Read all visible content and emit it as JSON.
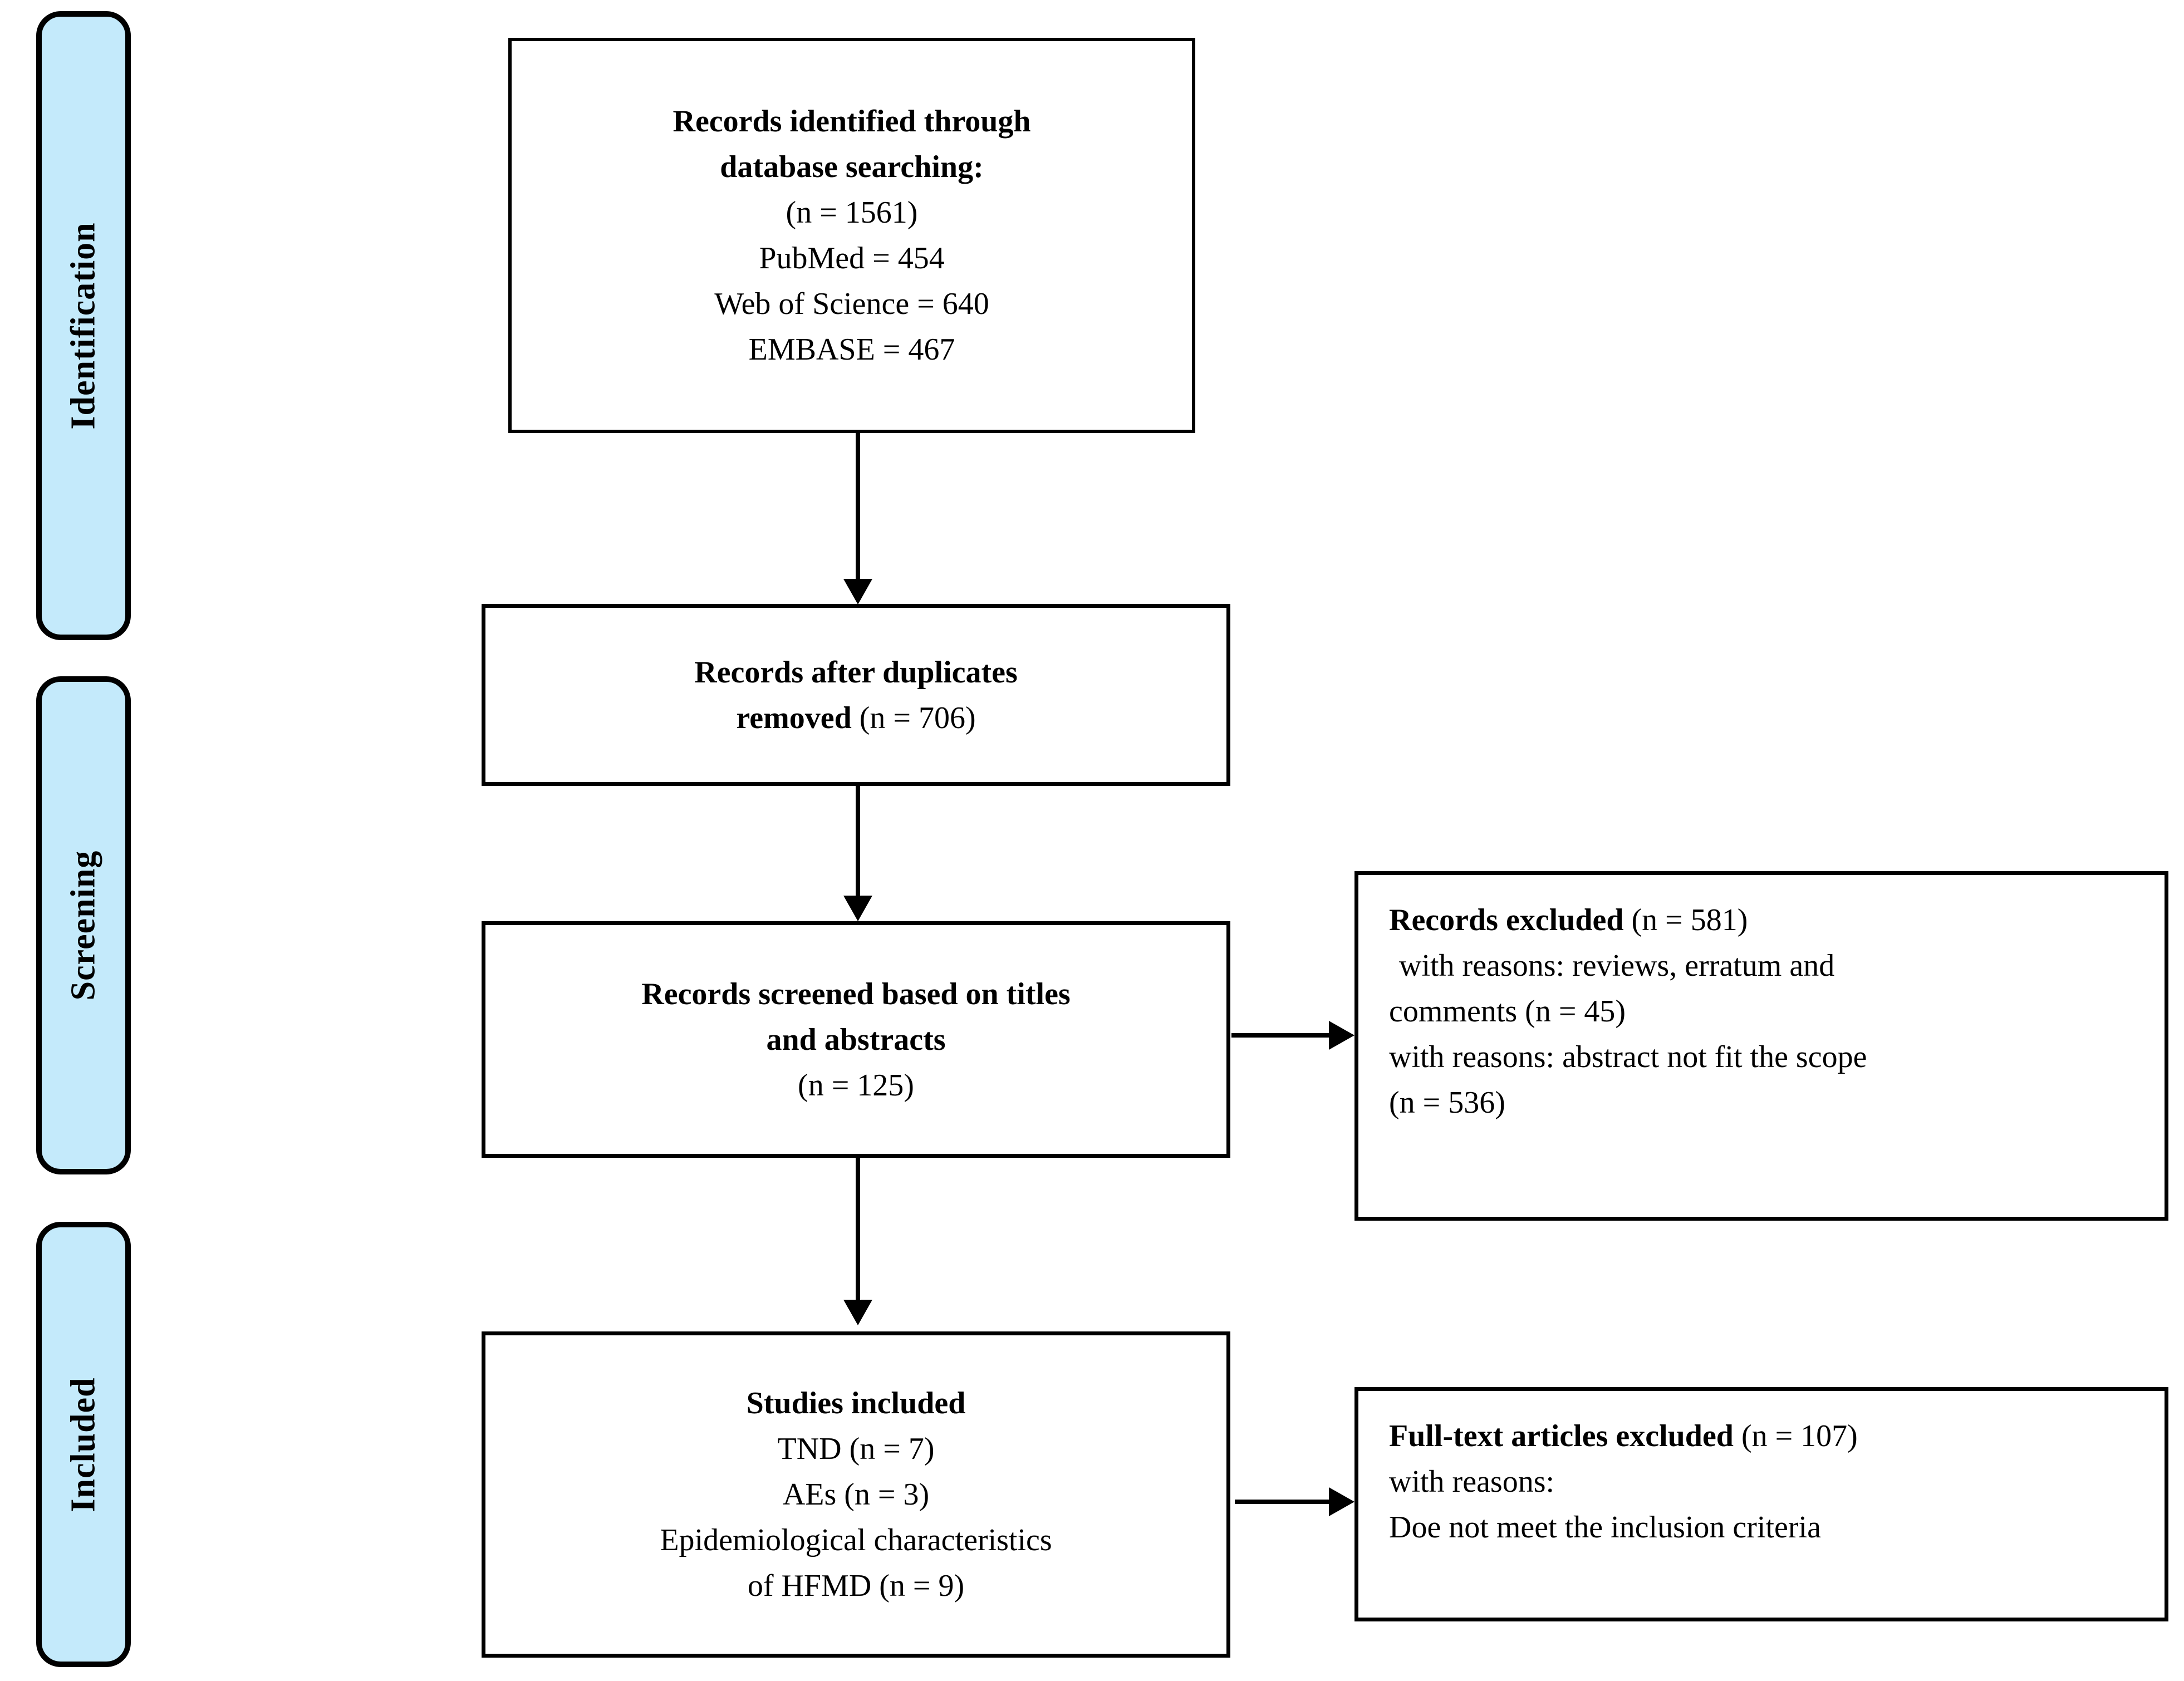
{
  "diagram": {
    "colors": {
      "stage_fill": "#C4EAFB",
      "line": "#000000",
      "background": "#FFFFFF",
      "text": "#000000"
    },
    "stages": {
      "identification": {
        "label": "Identification"
      },
      "screening": {
        "label": "Screening"
      },
      "included": {
        "label": "Included"
      }
    },
    "boxes": {
      "identified": {
        "title_line1": "Records identified through",
        "title_line2": "database searching:",
        "count": "(n = 1561)",
        "pubmed": "PubMed = 454",
        "web_of_science": "Web of Science = 640",
        "embase": "EMBASE = 467"
      },
      "duplicates_removed": {
        "title_line1": "Records after duplicates",
        "title_line2_bold": "removed",
        "count": " (n = 706)"
      },
      "screened": {
        "title_line1": "Records screened based on titles",
        "title_line2": "and abstracts",
        "count": "(n = 125)"
      },
      "studies_included": {
        "title": "Studies included",
        "tnd": "TND (n = 7)",
        "aes": "AEs (n = 3)",
        "epi_line1": "Epidemiological characteristics",
        "epi_line2": "of HFMD (n = 9)"
      },
      "records_excluded": {
        "title": "Records excluded",
        "count": " (n = 581)",
        "reason1_line1": " with reasons: reviews, erratum and",
        "reason1_line2": "comments (n = 45)",
        "reason2_line1": "with reasons: abstract not fit the scope",
        "reason2_line2": "(n = 536)"
      },
      "fulltext_excluded": {
        "title": "Full-text articles excluded",
        "count": " (n = 107)",
        "reasons_label": "with reasons:",
        "reason": "Doe not meet the inclusion criteria"
      }
    }
  }
}
